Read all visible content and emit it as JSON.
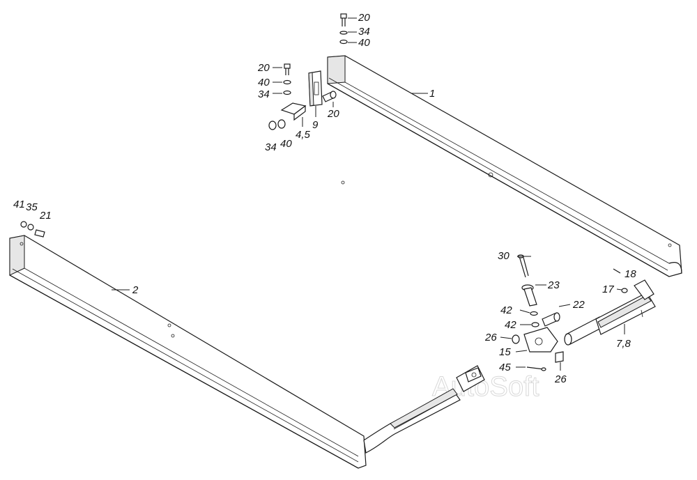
{
  "watermark": "AutoSoft",
  "callouts": [
    {
      "id": "c-20-top",
      "text": "20"
    },
    {
      "id": "c-34-top",
      "text": "34"
    },
    {
      "id": "c-40-top",
      "text": "40"
    },
    {
      "id": "c-1",
      "text": "1"
    },
    {
      "id": "c-20-left",
      "text": "20"
    },
    {
      "id": "c-40-left",
      "text": "40"
    },
    {
      "id": "c-34-left",
      "text": "34"
    },
    {
      "id": "c-9",
      "text": "9"
    },
    {
      "id": "c-20-mid",
      "text": "20"
    },
    {
      "id": "c-45-bracket",
      "text": "4,5"
    },
    {
      "id": "c-34-low",
      "text": "34"
    },
    {
      "id": "c-40-low",
      "text": "40"
    },
    {
      "id": "c-41",
      "text": "41"
    },
    {
      "id": "c-35",
      "text": "35"
    },
    {
      "id": "c-21",
      "text": "21"
    },
    {
      "id": "c-2",
      "text": "2"
    },
    {
      "id": "c-30",
      "text": "30"
    },
    {
      "id": "c-23",
      "text": "23"
    },
    {
      "id": "c-18",
      "text": "18"
    },
    {
      "id": "c-17",
      "text": "17"
    },
    {
      "id": "c-42-a",
      "text": "42"
    },
    {
      "id": "c-22",
      "text": "22"
    },
    {
      "id": "c-42-b",
      "text": "42"
    },
    {
      "id": "c-26-a",
      "text": "26"
    },
    {
      "id": "c-15",
      "text": "15"
    },
    {
      "id": "c-78",
      "text": "7,8"
    },
    {
      "id": "c-45",
      "text": "45"
    },
    {
      "id": "c-26-b",
      "text": "26"
    }
  ]
}
